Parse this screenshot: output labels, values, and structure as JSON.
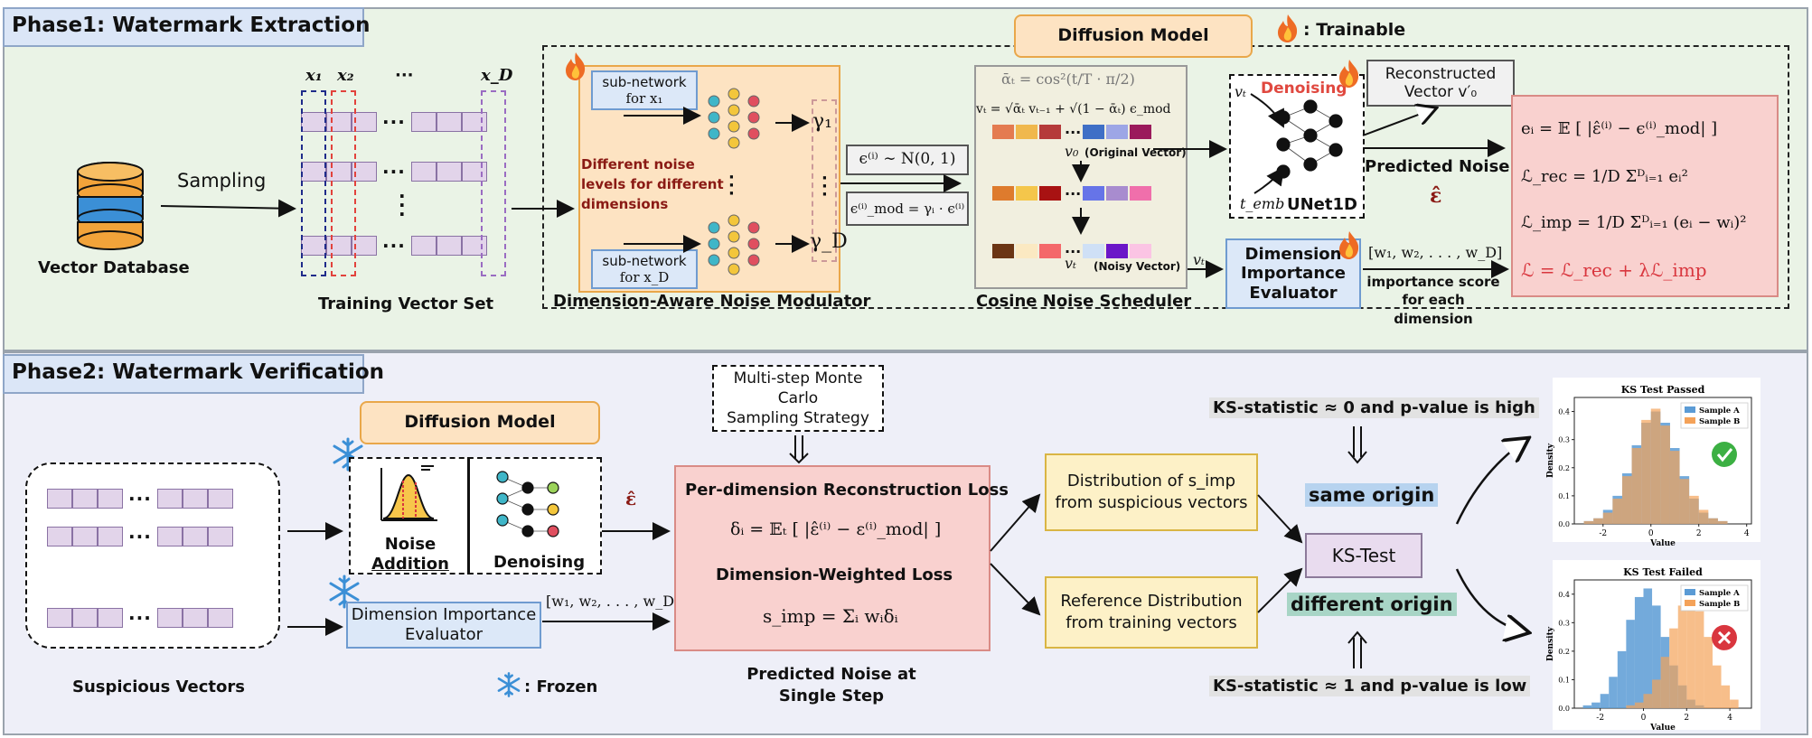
{
  "phase1": {
    "title": "Phase1: Watermark Extraction",
    "diffusion_model": "Diffusion Model",
    "trainable_legend": ": Trainable",
    "vector_database": "Vector Database",
    "sampling": "Sampling",
    "column_labels": [
      "x₁",
      "x₂",
      "···",
      "x_D"
    ],
    "training_vector_set": "Training Vector Set",
    "subnet_top": [
      "sub-network",
      "for x₁"
    ],
    "subnet_bottom": [
      "sub-network",
      "for x_D"
    ],
    "noise_levels_text": [
      "Different noise",
      "levels for different",
      "dimensions"
    ],
    "gamma_1": "γ₁",
    "gamma_d": "γ_D",
    "noise_modulator": "Dimension-Aware Noise Modulator",
    "eps_normal": "ϵ⁽ⁱ⁾ ∼ N(0, 1)",
    "eps_mod": "ϵ⁽ⁱ⁾_mod = γᵢ · ϵ⁽ⁱ⁾",
    "alpha_eq": "ᾱₜ = cos²(t/T · π/2)",
    "vt_eq": "vₜ = √ᾱₜ vₜ₋₁ + √(1 − ᾱₜ) ϵ_mod",
    "v0_label": "v₀",
    "v0_note": "(Original Vector)",
    "vt_label": "vₜ",
    "vt_note": "(Noisy Vector)",
    "scheduler": "Cosine Noise Scheduler",
    "unet_vt": "vₜ",
    "denoising": "Denoising",
    "t_emb": "t_emb",
    "unet": "UNet1D",
    "reconstructed": [
      "Reconstructed",
      "Vector v′₀"
    ],
    "predicted_noise": "Predicted Noise",
    "eps_hat": "ε̂",
    "vt_arrow": "vₜ",
    "die": [
      "Dimension",
      "Importance",
      "Evaluator"
    ],
    "weights": "[w₁, w₂, . . . , w_D]",
    "importance_score": [
      "importance score",
      "for each dimension"
    ],
    "loss_ei": "eᵢ = 𝔼 [ |ε̂⁽ⁱ⁾ − ϵ⁽ⁱ⁾_mod| ]",
    "loss_rec": "ℒ_rec = 1/D Σᴰᵢ₌₁ eᵢ²",
    "loss_imp": "ℒ_imp = 1/D Σᴰᵢ₌₁ (eᵢ − wᵢ)²",
    "loss_total": "ℒ = ℒ_rec + λℒ_imp"
  },
  "phase2": {
    "title": "Phase2: Watermark Verification",
    "diffusion_model": "Diffusion Model",
    "noise_addition": [
      "Noise",
      "Addition"
    ],
    "denoising": "Denoising",
    "die": [
      "Dimension Importance",
      "Evaluator"
    ],
    "suspicious_vectors": "Suspicious Vectors",
    "frozen_legend": ": Frozen",
    "eps_hat": "ε̂",
    "weights": "[w₁, w₂, . . . , w_D]",
    "monte_carlo": [
      "Multi-step Monte Carlo",
      "Sampling Strategy"
    ],
    "per_dim_loss": "Per-dimension Reconstruction Loss",
    "delta_eq": "δᵢ = 𝔼ₜ [ |ε̂⁽ⁱ⁾ − ε⁽ⁱ⁾_mod| ]",
    "dim_weighted_loss": "Dimension-Weighted Loss",
    "s_imp_eq": "s_imp = Σᵢ wᵢδᵢ",
    "predicted_noise_single": [
      "Predicted Noise at",
      "Single Step"
    ],
    "dist_suspicious": [
      "Distribution  of s_imp",
      "from suspicious vectors"
    ],
    "ref_dist": [
      "Reference Distribution",
      "from training vectors"
    ],
    "ks_high": "KS-statistic ≈ 0 and p-value is high",
    "same_origin": "same origin",
    "ks_test": "KS-Test",
    "different_origin": "different origin",
    "ks_low": "KS-statistic ≈ 1 and p-value is low"
  },
  "colors": {
    "phase1_bg": "#eaf3e6",
    "phase2_bg": "#eeeff8",
    "sample_a": "#5b9bd5",
    "sample_b": "#f4a259",
    "pass_green": "#3cb043",
    "fail_red": "#d9363e",
    "loss_red": "#d9363e",
    "denoise_red": "#e0483f"
  },
  "chart_data": [
    {
      "type": "histogram",
      "title": "KS Test Passed",
      "xlabel": "Value",
      "ylabel": "Density",
      "xlim": [
        -3.2,
        4.2
      ],
      "ylim": [
        0,
        0.45
      ],
      "xticks": [
        -2,
        0,
        2,
        4
      ],
      "yticks": [
        0.0,
        0.1,
        0.2,
        0.3,
        0.4
      ],
      "legend": "top-right",
      "bins": [
        -2.8,
        -2.4,
        -2.0,
        -1.6,
        -1.2,
        -0.8,
        -0.4,
        0.0,
        0.4,
        0.8,
        1.2,
        1.6,
        2.0,
        2.4,
        2.8,
        3.2
      ],
      "series": [
        {
          "name": "Sample A",
          "values": [
            0.01,
            0.02,
            0.05,
            0.1,
            0.18,
            0.28,
            0.36,
            0.4,
            0.36,
            0.27,
            0.17,
            0.09,
            0.04,
            0.02,
            0.01
          ]
        },
        {
          "name": "Sample B",
          "values": [
            0.01,
            0.02,
            0.04,
            0.09,
            0.17,
            0.27,
            0.37,
            0.41,
            0.35,
            0.26,
            0.16,
            0.1,
            0.05,
            0.02,
            0.01
          ]
        }
      ],
      "badge": "pass"
    },
    {
      "type": "histogram",
      "title": "KS Test Failed",
      "xlabel": "Value",
      "ylabel": "Density",
      "xlim": [
        -3.2,
        5.0
      ],
      "ylim": [
        0,
        0.45
      ],
      "xticks": [
        -2,
        0,
        2,
        4
      ],
      "yticks": [
        0.0,
        0.1,
        0.2,
        0.3,
        0.4
      ],
      "legend": "top-right",
      "bins": [
        -2.8,
        -2.4,
        -2.0,
        -1.6,
        -1.2,
        -0.8,
        -0.4,
        0.0,
        0.4,
        0.8,
        1.2,
        1.6,
        2.0,
        2.4,
        2.8,
        3.2,
        3.6,
        4.0,
        4.4
      ],
      "series": [
        {
          "name": "Sample A",
          "values": [
            0.01,
            0.02,
            0.05,
            0.11,
            0.2,
            0.31,
            0.39,
            0.42,
            0.36,
            0.25,
            0.15,
            0.08,
            0.03,
            0.01,
            0.0,
            0.0,
            0.0,
            0.0
          ]
        },
        {
          "name": "Sample B",
          "values": [
            0.0,
            0.0,
            0.0,
            0.0,
            0.0,
            0.01,
            0.02,
            0.05,
            0.1,
            0.18,
            0.28,
            0.36,
            0.4,
            0.34,
            0.25,
            0.15,
            0.08,
            0.03
          ]
        }
      ],
      "badge": "fail"
    }
  ]
}
